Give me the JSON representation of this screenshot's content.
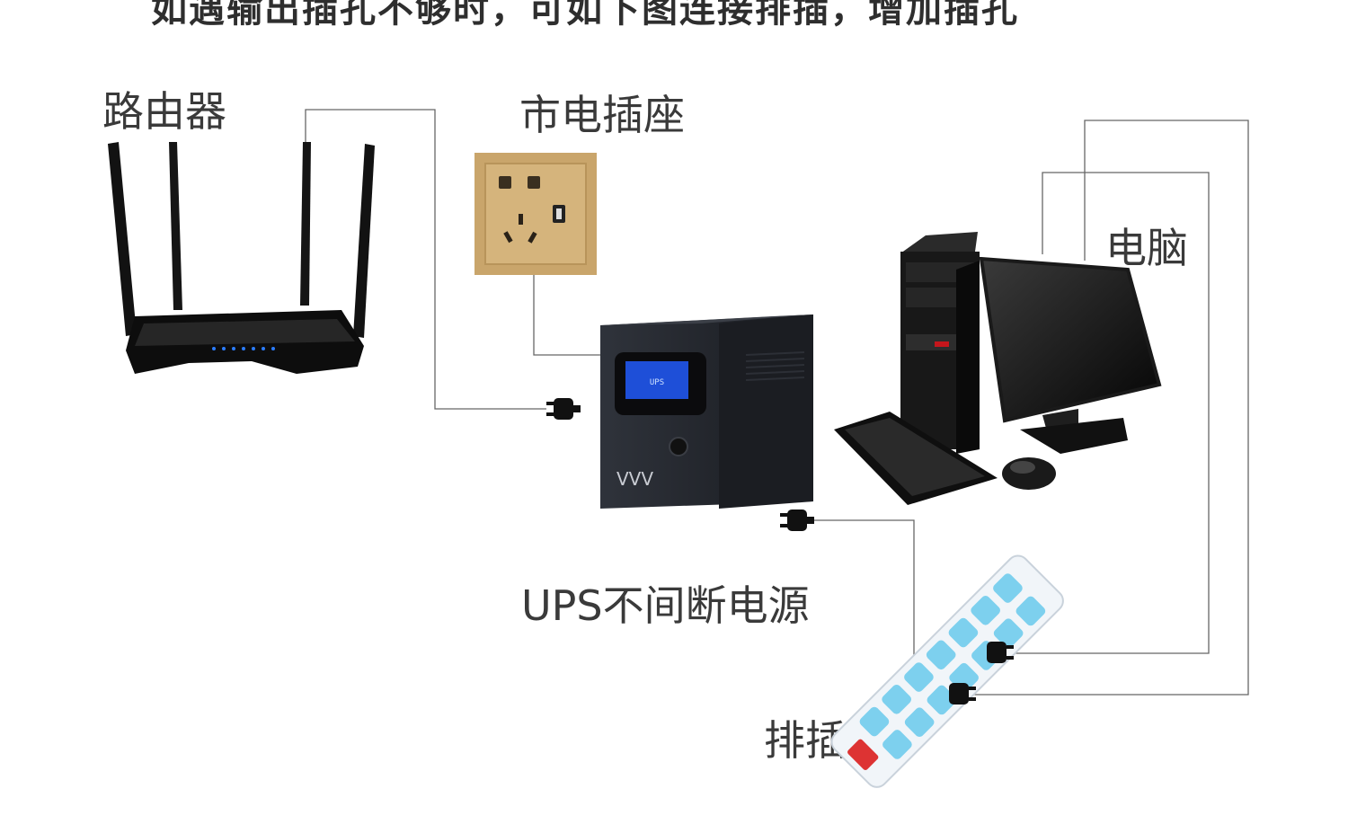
{
  "diagram": {
    "title": "如遇输出插孔不够时，可如下图连接排插，增加插孔",
    "labels": {
      "router": "路由器",
      "outlet": "市电插座",
      "pc": "电脑",
      "ups": "UPS不间断电源",
      "strip": "排插"
    },
    "ups_brand": "VVV",
    "lcd_text": "UPS",
    "colors": {
      "line": "#666666",
      "outlet_plate": "#c9a56b",
      "ups_body": "#23262d",
      "lcd": "#1e4fd8",
      "strip_sockets": "#7dd0ee",
      "router": "#111111"
    }
  }
}
